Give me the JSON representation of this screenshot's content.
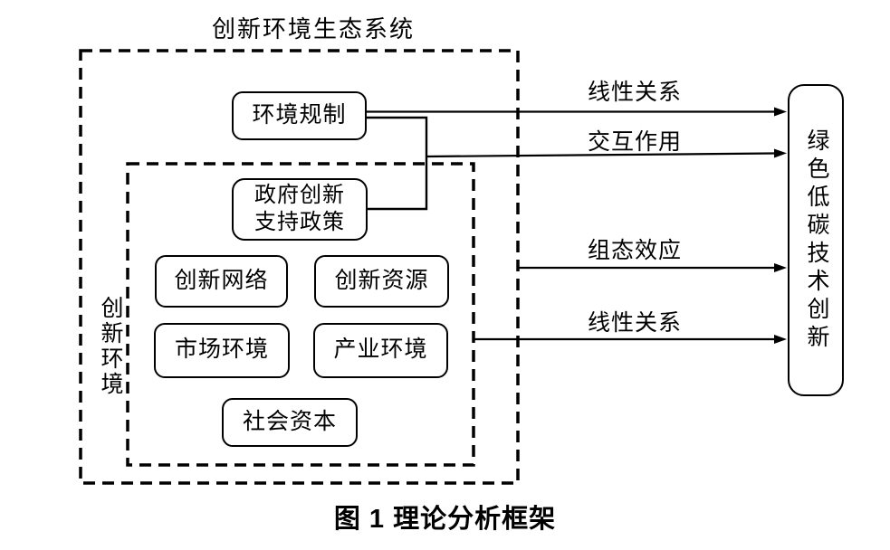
{
  "figure": {
    "ecosystem_label": "创新环境生态系统",
    "environment_label": "创新环境",
    "nodes": {
      "env_regulation": "环境规制",
      "gov_support_policy": "政府创新\n支持政策",
      "innovation_network": "创新网络",
      "innovation_resource": "创新资源",
      "market_environment": "市场环境",
      "industry_environment": "产业环境",
      "social_capital": "社会资本",
      "green_tech": "绿色低碳技术创新"
    },
    "arrows": {
      "linear_top": "线性关系",
      "interaction": "交互作用",
      "configuration": "组态效应",
      "linear_bottom": "线性关系"
    },
    "caption": "图 1 理论分析框架",
    "colors": {
      "ink": "#000000",
      "background": "#ffffff"
    }
  }
}
